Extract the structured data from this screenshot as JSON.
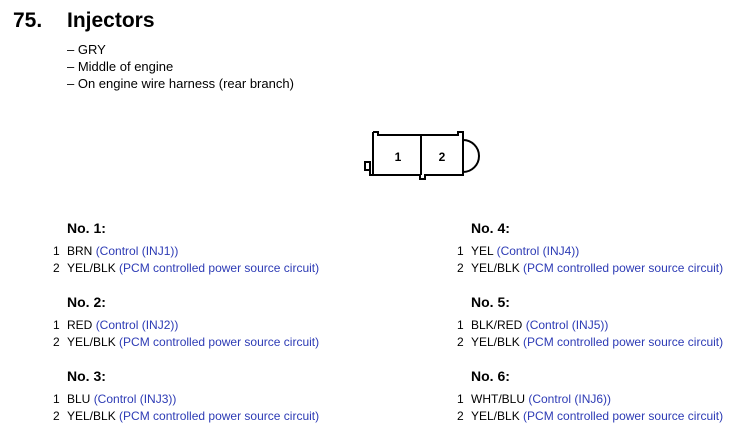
{
  "header": {
    "number": "75.",
    "title": "Injectors"
  },
  "notes": [
    "GRY",
    "Middle of engine",
    "On engine wire harness (rear branch)"
  ],
  "connector": {
    "pins": [
      "1",
      "2"
    ]
  },
  "groups": [
    {
      "title": "No. 1:",
      "pins": [
        {
          "num": "1",
          "wire": "BRN",
          "desc": "(Control (INJ1))"
        },
        {
          "num": "2",
          "wire": "YEL/BLK",
          "desc": "(PCM controlled power source circuit)"
        }
      ]
    },
    {
      "title": "No. 2:",
      "pins": [
        {
          "num": "1",
          "wire": "RED",
          "desc": "(Control (INJ2))"
        },
        {
          "num": "2",
          "wire": "YEL/BLK",
          "desc": "(PCM controlled power source circuit)"
        }
      ]
    },
    {
      "title": "No. 3:",
      "pins": [
        {
          "num": "1",
          "wire": "BLU",
          "desc": "(Control (INJ3))"
        },
        {
          "num": "2",
          "wire": "YEL/BLK",
          "desc": "(PCM controlled power source circuit)"
        }
      ]
    },
    {
      "title": "No. 4:",
      "pins": [
        {
          "num": "1",
          "wire": "YEL",
          "desc": "(Control (INJ4))"
        },
        {
          "num": "2",
          "wire": "YEL/BLK",
          "desc": "(PCM controlled power source circuit)"
        }
      ]
    },
    {
      "title": "No. 5:",
      "pins": [
        {
          "num": "1",
          "wire": "BLK/RED",
          "desc": "(Control (INJ5))"
        },
        {
          "num": "2",
          "wire": "YEL/BLK",
          "desc": "(PCM controlled power source circuit)"
        }
      ]
    },
    {
      "title": "No. 6:",
      "pins": [
        {
          "num": "1",
          "wire": "WHT/BLU",
          "desc": "(Control (INJ6))"
        },
        {
          "num": "2",
          "wire": "YEL/BLK",
          "desc": "(PCM controlled power source circuit)"
        }
      ]
    }
  ],
  "colors": {
    "description_text": "#2d3bb5"
  }
}
